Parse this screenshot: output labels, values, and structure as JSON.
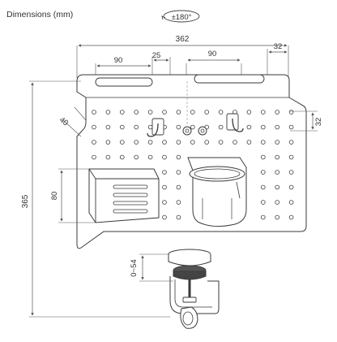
{
  "title": "Dimensions (mm)",
  "rotation_label": "±180°",
  "dimensions": {
    "overall_width": "362",
    "right_offset": "32",
    "slot_left_width": "90",
    "slot_gap": "25",
    "slot_right_width": "90",
    "corner_angle": "40",
    "hole_pitch": "32",
    "cup_height": "80",
    "overall_height": "365",
    "clamp_range": "0~54"
  },
  "colors": {
    "line": "#3a3a3a",
    "dim_line": "#555555",
    "background": "#ffffff"
  }
}
